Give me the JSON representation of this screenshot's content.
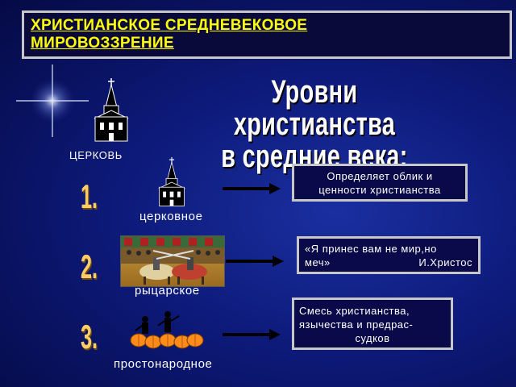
{
  "title": {
    "line1": "ХРИСТИАНСКОЕ СРЕДНЕВЕКОВОЕ",
    "line2": "МИРОВОЗЗРЕНИЕ"
  },
  "heading": {
    "line1": "Уровни христианства",
    "line2": "в средние века:"
  },
  "church_label": "ЦЕРКОВЬ",
  "levels": [
    {
      "number": "1.",
      "label": "церковное",
      "box_lines": [
        "Определяет облик и",
        "ценности христианства"
      ]
    },
    {
      "number": "2.",
      "label": "рыцарское",
      "box_line1": "«Я принес вам не мир,но",
      "box_line2_left": "меч»",
      "box_line2_right": "И.Христос"
    },
    {
      "number": "3.",
      "label": "простонародное",
      "box_lines": [
        "Смесь христианства,",
        "язычества и предрас-",
        "судков"
      ]
    }
  ],
  "colors": {
    "title_text": "#ffff00",
    "number_text": "#ffcc66",
    "box_border": "#c7c7c7",
    "pumpkin": "#ff8c1a"
  }
}
